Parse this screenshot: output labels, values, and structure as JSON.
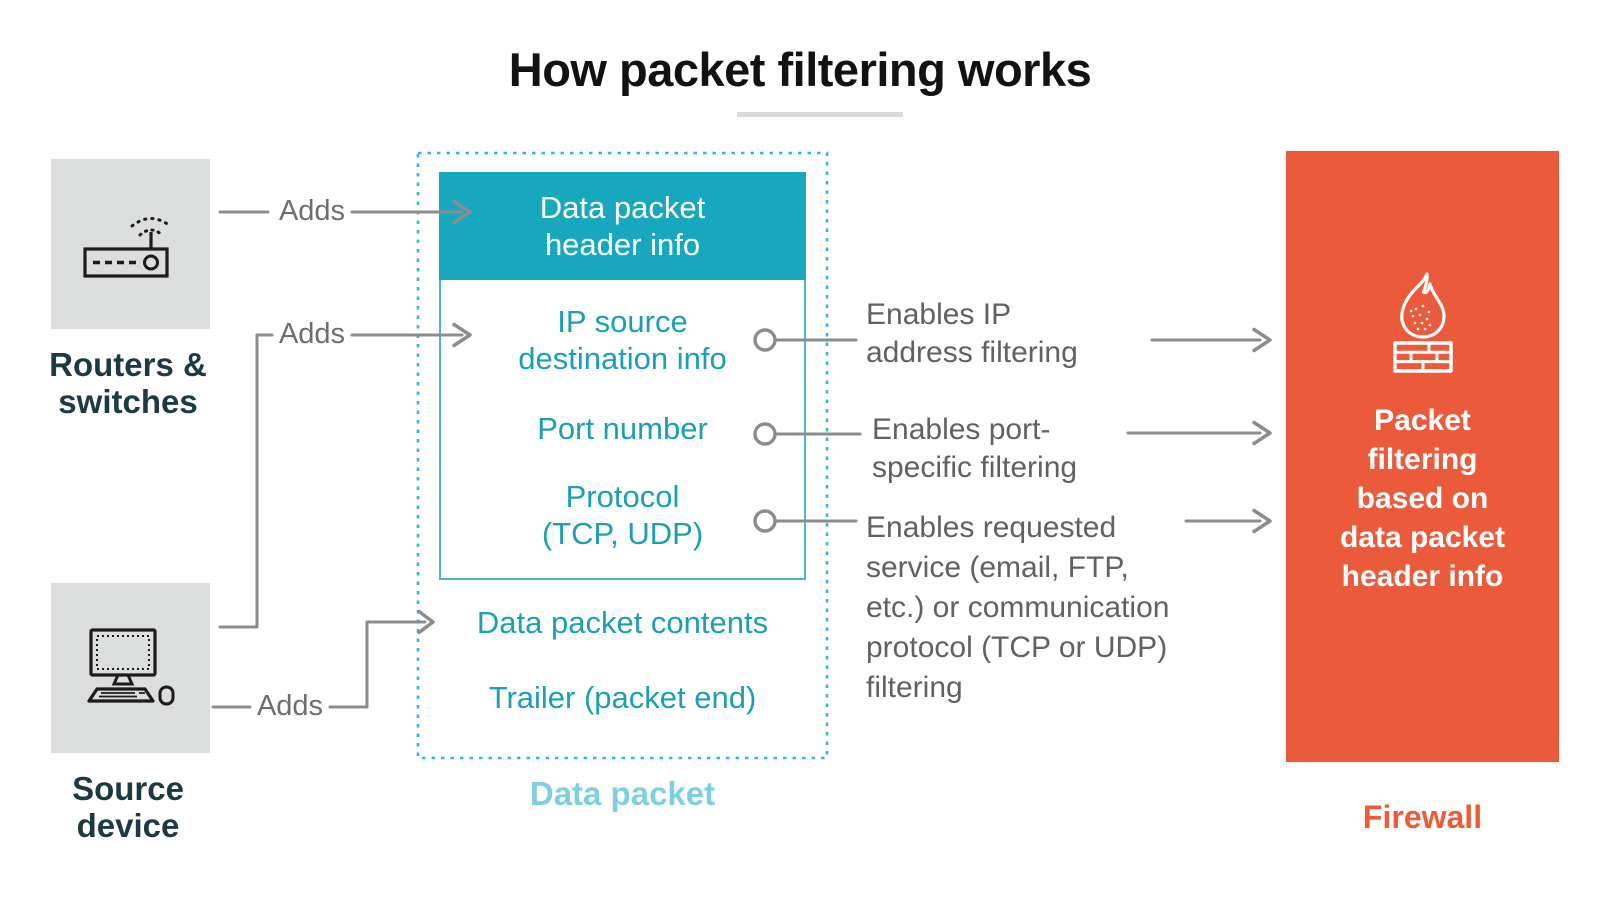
{
  "title": "How packet filtering works",
  "devices": {
    "routers": {
      "label": "Routers &\nswitches",
      "icon": "wifi-router-icon"
    },
    "source": {
      "label": "Source\ndevice",
      "icon": "desktop-computer-icon"
    }
  },
  "connectors": {
    "adds_router_to_header": "Adds",
    "adds_source_to_ip": "Adds",
    "adds_source_to_contents": "Adds"
  },
  "packet": {
    "caption": "Data packet",
    "header": "Data packet\nheader info",
    "rows": [
      "IP source\ndestination info",
      "Port number",
      "Protocol\n(TCP, UDP)"
    ],
    "contents": "Data packet contents",
    "trailer": "Trailer (packet end)"
  },
  "filtering": [
    "Enables IP\naddress filtering",
    "Enables port-\nspecific filtering",
    "Enables requested\nservice (email, FTP,\netc.) or communication\nprotocol (TCP or UDP)\nfiltering"
  ],
  "firewall": {
    "label": "Packet\nfiltering\nbased on\ndata packet\nheader info",
    "caption": "Firewall",
    "icon": "flame-brick-wall-icon"
  },
  "colors": {
    "teal_fill": "#17a8c0",
    "teal_text": "#1b9fb5",
    "teal_dashed_border": "#2eb9d6",
    "light_blue_caption": "#7fcfe2",
    "dark_navy_label": "#1d3a44",
    "connector_gray": "#8a8c8f",
    "body_text_gray": "#606164",
    "device_box_gray": "#dcdddd",
    "firewall_orange": "#ea5a3b",
    "firewall_caption_orange": "#ee5b35"
  }
}
